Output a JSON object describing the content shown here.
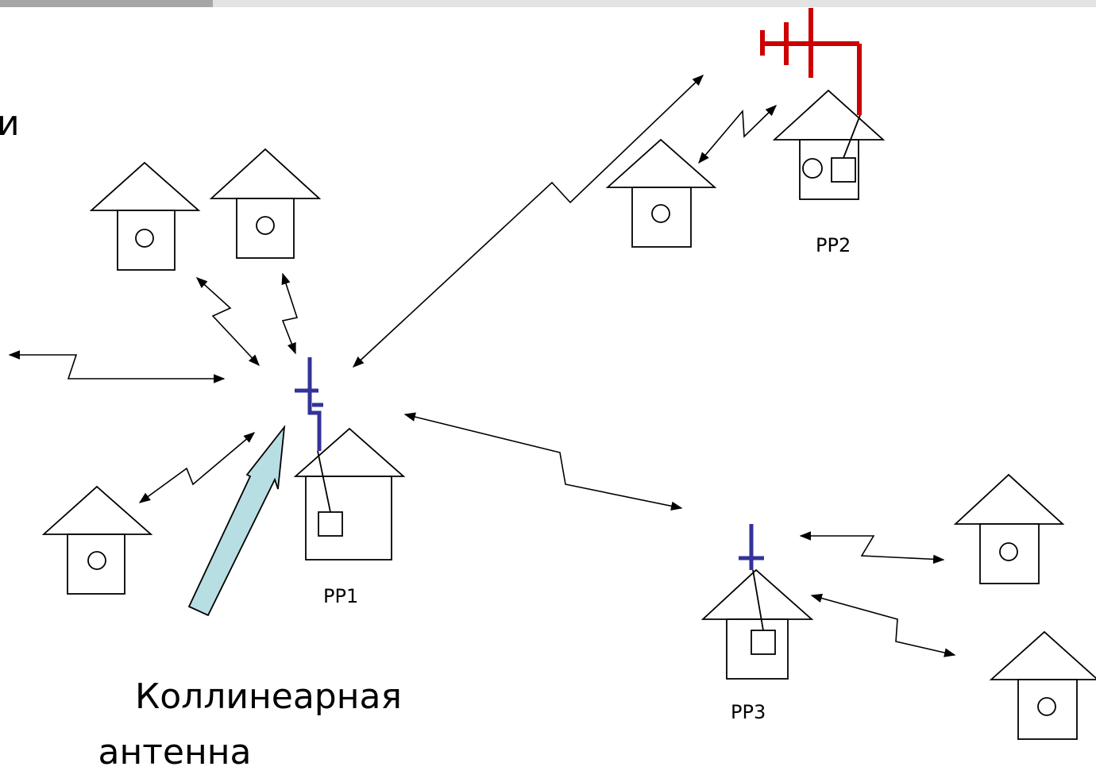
{
  "labels": {
    "rp1": "РР1",
    "rp2": "РР2",
    "rp3": "РР3",
    "caption_line1": "Коллинеарная",
    "caption_line2": "антенна",
    "left_edge_char": "и"
  },
  "colors": {
    "rp1_antenna": "#333399",
    "rp2_antenna": "#cc0000",
    "rp3_antenna": "#333399",
    "pointer_arrow_fill": "#b7dee3",
    "line": "#000000"
  },
  "icons": [
    "house-icon",
    "collinear-antenna-icon",
    "yagi-antenna-icon",
    "radio-link-arrow"
  ]
}
